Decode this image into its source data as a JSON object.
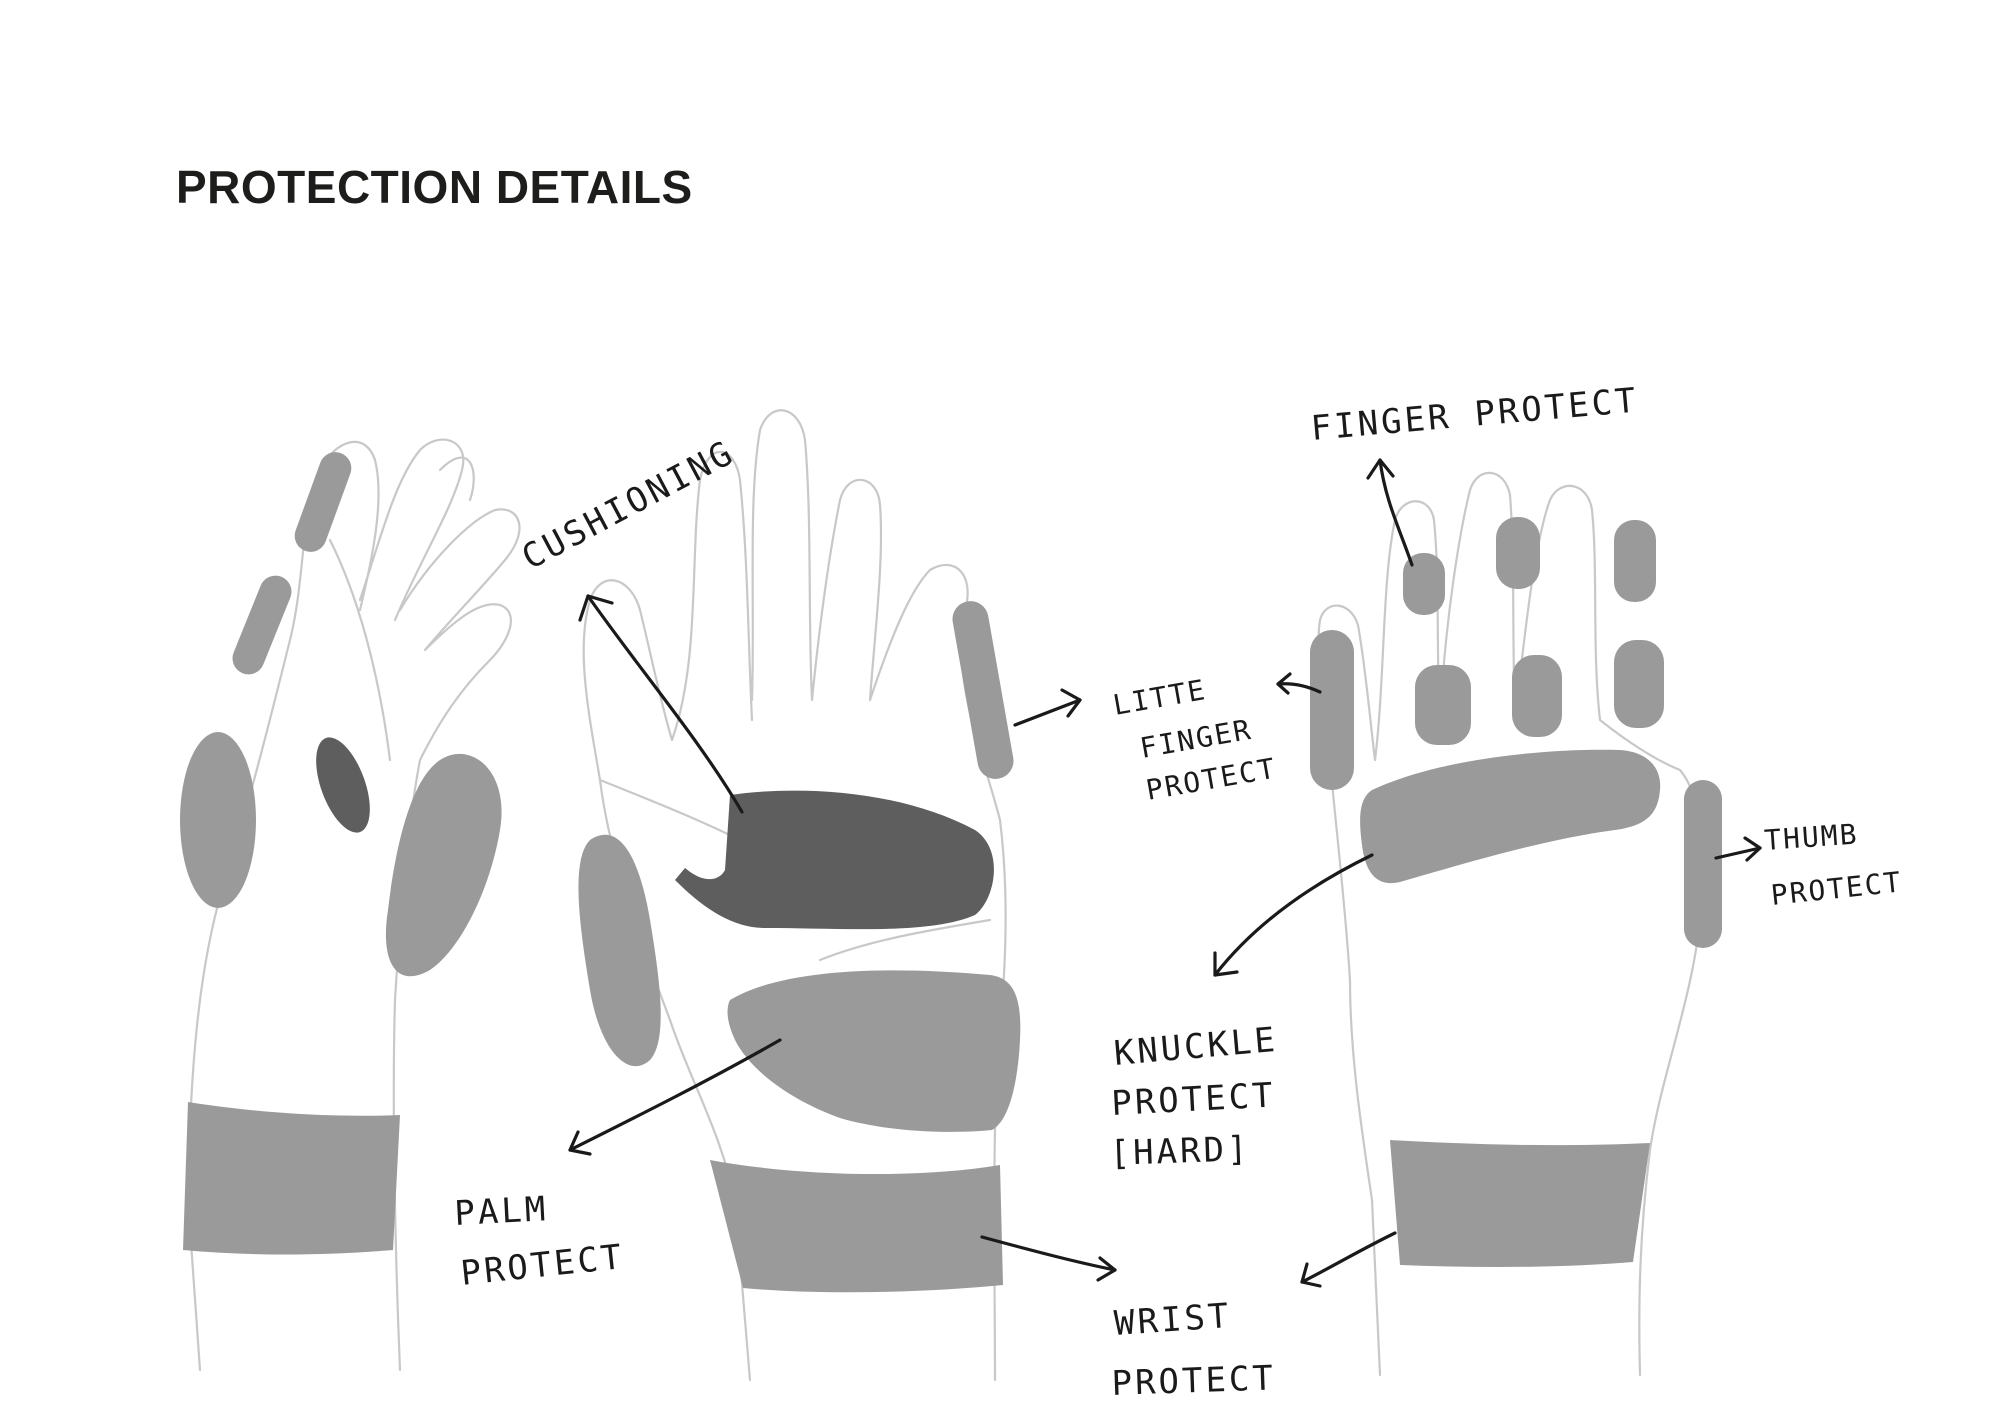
{
  "title": "PROTECTION DETAILS",
  "colors": {
    "pad": "#9a9a9a",
    "pad_dark": "#5e5e5e",
    "outline": "#c8c8c8",
    "ink": "#1a1a1a"
  },
  "labels": {
    "cushioning": "CUSHIONING",
    "palm": [
      "PALM",
      "PROTECT"
    ],
    "little_finger": [
      "LITTE",
      "FINGER",
      "PROTECT"
    ],
    "finger": "FINGER PROTECT",
    "thumb": [
      "THUMB",
      "PROTECT"
    ],
    "knuckle": [
      "KNUCKLE",
      "PROTECT",
      "[HARD]"
    ],
    "wrist": [
      "WRIST",
      "PROTECT"
    ]
  }
}
